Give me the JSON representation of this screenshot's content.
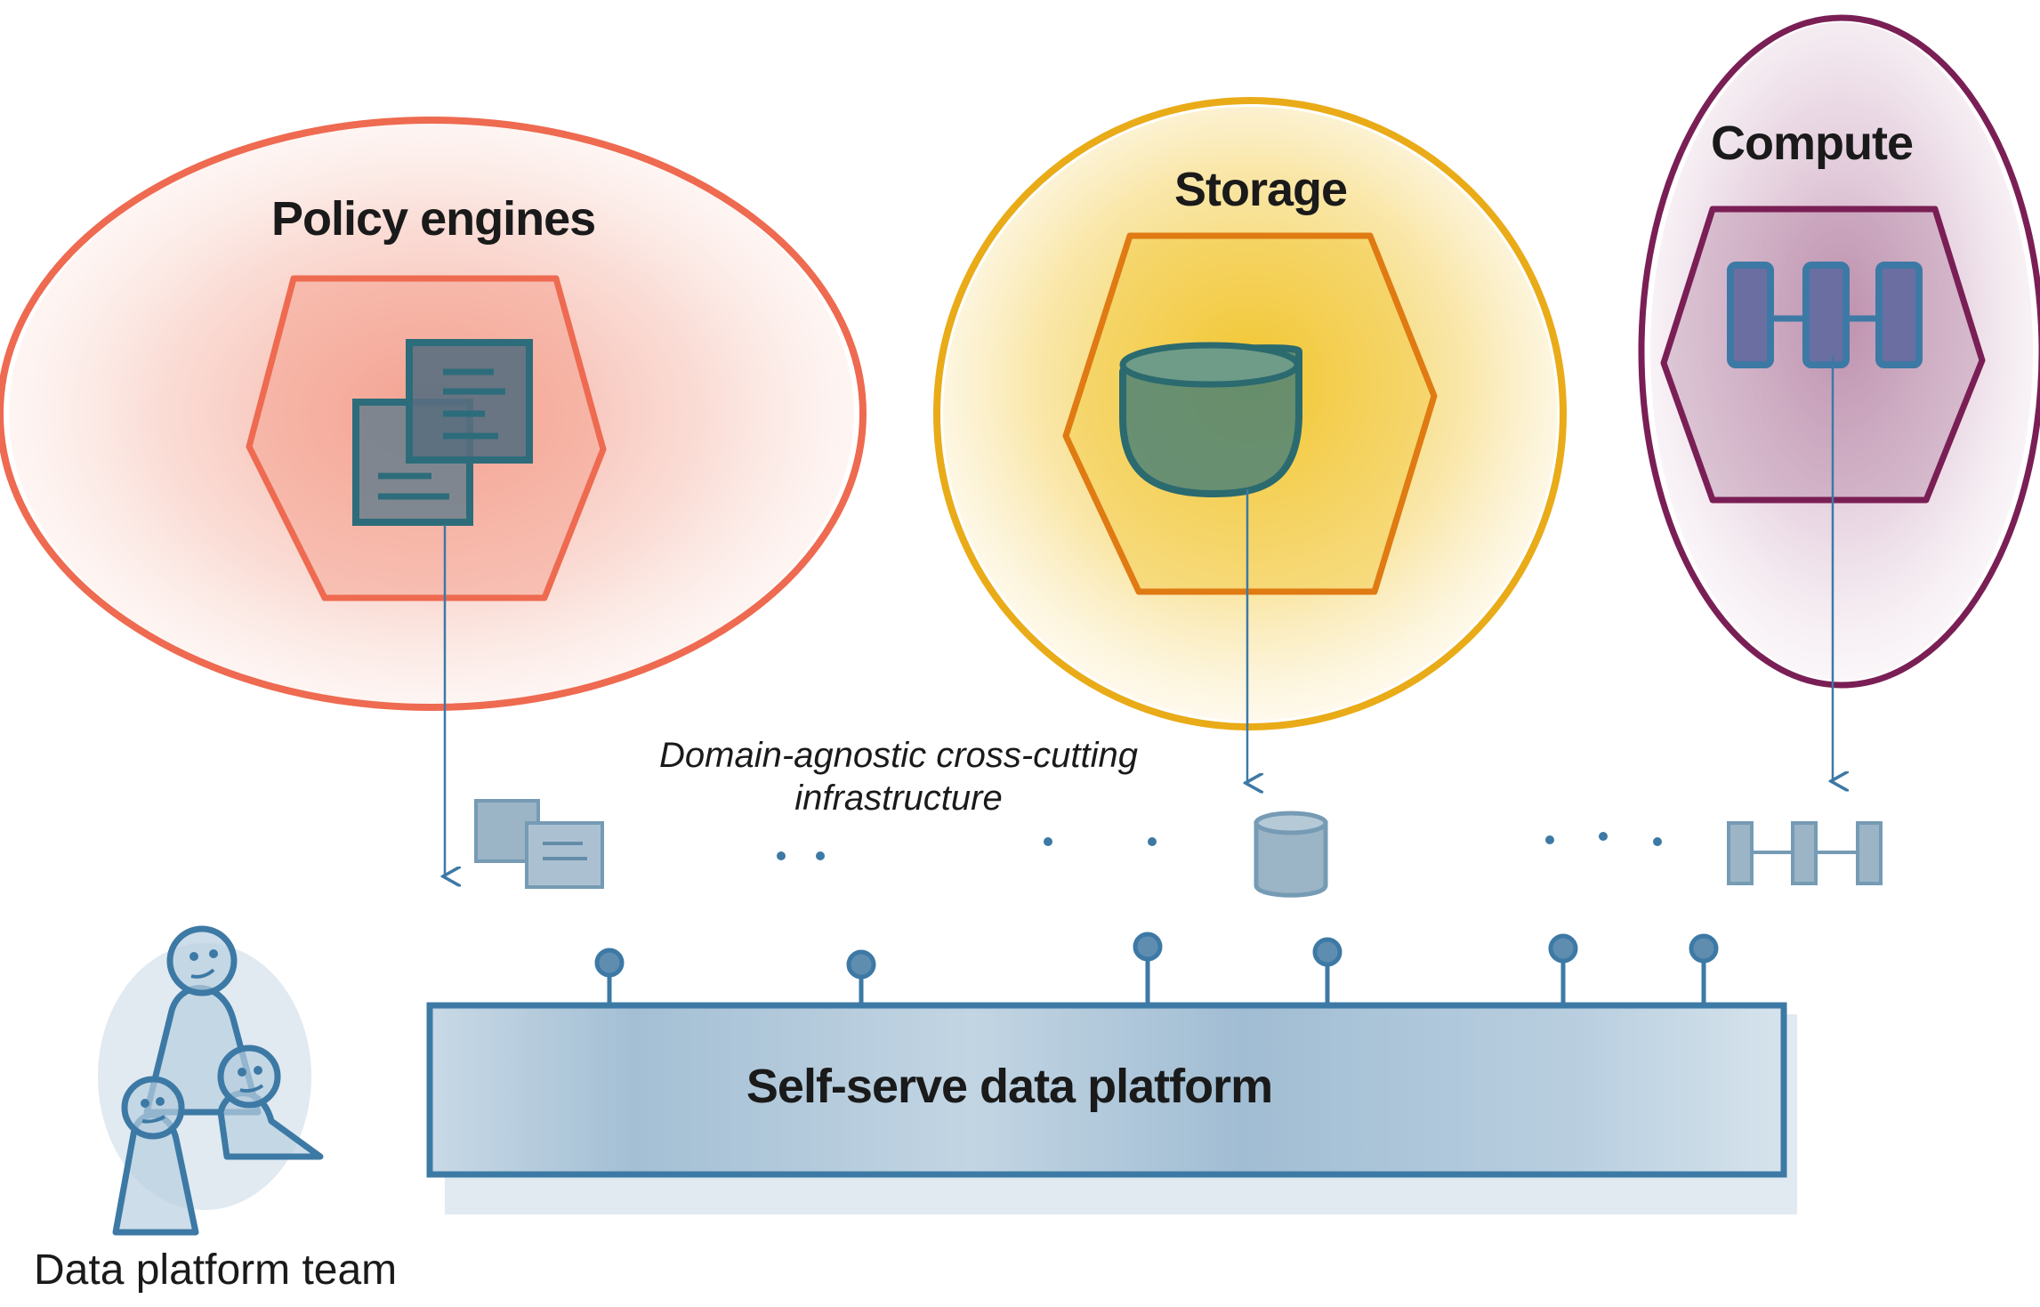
{
  "diagram": {
    "capabilities": [
      {
        "id": "policy",
        "label": "Policy engines",
        "color": "#ee6a50",
        "icon": "documents-icon"
      },
      {
        "id": "storage",
        "label": "Storage",
        "color": "#e9ab17",
        "icon": "storage-bucket-icon"
      },
      {
        "id": "compute",
        "label": "Compute",
        "color": "#7a1f55",
        "icon": "compute-nodes-icon"
      }
    ],
    "infrastructure_label_line1": "Domain-agnostic cross-cutting",
    "infrastructure_label_line2": "infrastructure",
    "platform_label": "Self-serve data platform",
    "team_label": "Data platform team",
    "ink_color": "#3d79a5",
    "platform_fill": "#a9c4d8"
  }
}
